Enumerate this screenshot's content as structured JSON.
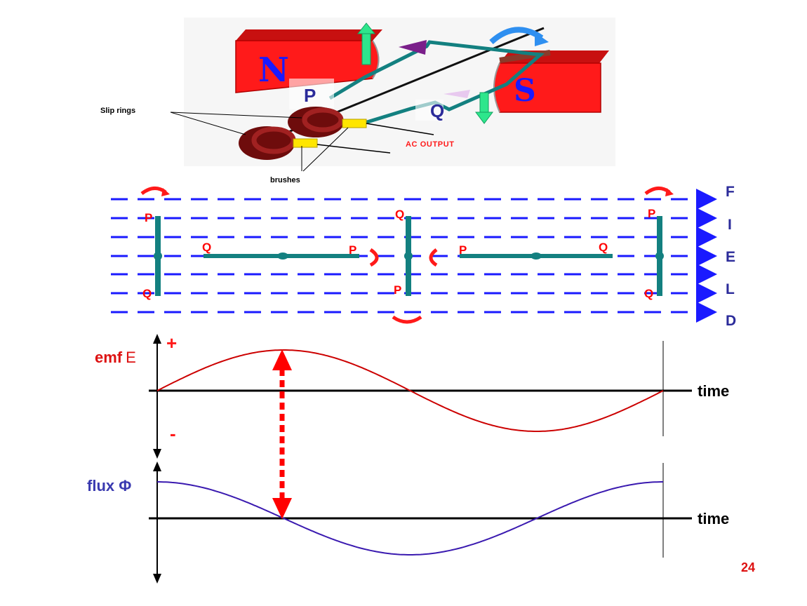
{
  "generator": {
    "pole_north": "N",
    "pole_south": "S",
    "coil_p": "P",
    "coil_q": "Q",
    "slip_rings_label": "Slip rings",
    "brushes_label": "brushes",
    "ac_output_label": "AC OUTPUT"
  },
  "field": {
    "letters": [
      "F",
      "I",
      "E",
      "L",
      "D"
    ],
    "positions": [
      {
        "top": "P",
        "bottom": "Q"
      },
      {
        "left": "Q",
        "right": "P"
      },
      {
        "top": "Q",
        "bottom": "P"
      },
      {
        "left": "P",
        "right": "Q"
      },
      {
        "top": "P",
        "bottom": "Q"
      }
    ]
  },
  "emf_graph": {
    "label_main": "emf",
    "label_symbol": "E",
    "plus": "+",
    "minus": "-",
    "time_label": "time"
  },
  "flux_graph": {
    "label": "flux Φ",
    "time_label": "time"
  },
  "page_number": "24",
  "colors": {
    "magnet": "#ff1a1a",
    "coil": "#138080",
    "field_line": "#1a1aff",
    "emf_curve": "#cc0000",
    "flux_curve": "#3a1ab0",
    "coil_letter": "#2b2b9a",
    "pole_letter": "#1a1aff",
    "marker": "#ff0000"
  }
}
